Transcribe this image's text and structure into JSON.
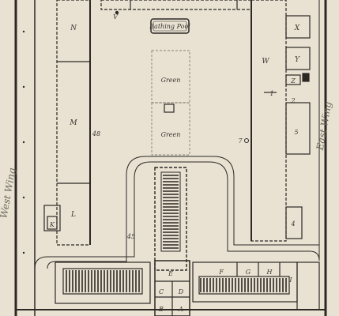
{
  "plan": {
    "title_box": "Bathing Pool",
    "greens": [
      "Green",
      "Green"
    ],
    "letters": {
      "N": "N",
      "M": "M",
      "L": "L",
      "K": "K",
      "V": "V",
      "X": "X",
      "Y": "Y",
      "W": "W",
      "Z": "Z",
      "E": "E",
      "F": "F",
      "G": "G",
      "H": "H",
      "I": "I",
      "A": "A",
      "B": "B",
      "C": "C",
      "D": "D"
    },
    "numbers": {
      "n1": "1",
      "n2": "2",
      "n5": "5",
      "n4": "4",
      "n7": "7",
      "n48": "48",
      "n45": "45"
    },
    "handwritten": {
      "west": "West Wing",
      "east": "East Wing"
    }
  }
}
